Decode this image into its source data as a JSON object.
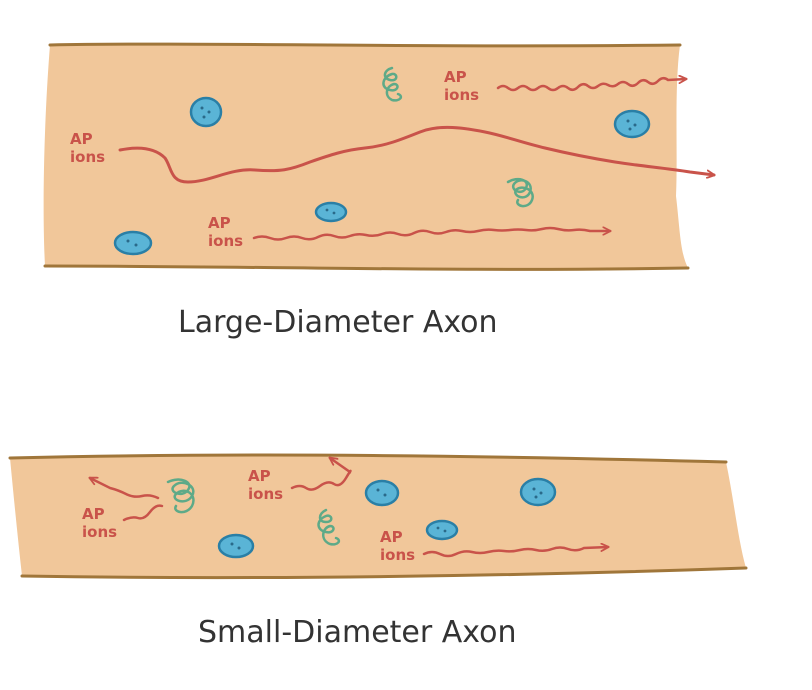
{
  "colors": {
    "axon_fill": "#f1c79a",
    "axon_edge": "#a0763a",
    "ion_red": "#c9534a",
    "nucleus_fill": "#5ab4d6",
    "nucleus_edge": "#2a7fa6",
    "coil_green": "#5eaa88",
    "caption_ink": "#333333"
  },
  "large_axon": {
    "caption": "Large-Diameter Axon",
    "labels": [
      {
        "line1": "AP",
        "line2": "ions"
      },
      {
        "line1": "AP",
        "line2": "ions"
      },
      {
        "line1": "AP",
        "line2": "ions"
      }
    ]
  },
  "small_axon": {
    "caption": "Small-Diameter Axon",
    "labels": [
      {
        "line1": "AP",
        "line2": "ions"
      },
      {
        "line1": "AP",
        "line2": "ions"
      },
      {
        "line1": "AP",
        "line2": "ions"
      }
    ]
  }
}
